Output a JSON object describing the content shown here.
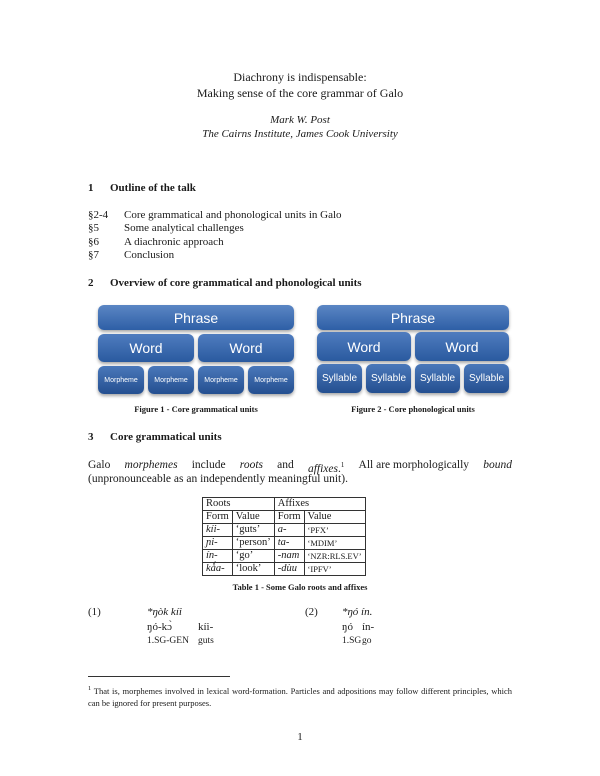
{
  "title": {
    "line1": "Diachrony is indispensable:",
    "line2": "Making sense of the core grammar of Galo",
    "author": "Mark W. Post",
    "affiliation": "The Cairns Institute, James Cook University"
  },
  "section1": {
    "number": "1",
    "title": "Outline of the talk",
    "items": [
      {
        "ref": "§2-4",
        "text": "Core grammatical and phonological units in Galo"
      },
      {
        "ref": "§5",
        "text": "Some analytical challenges"
      },
      {
        "ref": "§6",
        "text": "A diachronic approach"
      },
      {
        "ref": "§7",
        "text": "Conclusion"
      }
    ]
  },
  "section2": {
    "number": "2",
    "title": "Overview of core grammatical and phonological units"
  },
  "figure1": {
    "phrase": "Phrase",
    "word1": "Word",
    "word2": "Word",
    "morphemes": [
      "Morpheme",
      "Morpheme",
      "Morpheme",
      "Morpheme"
    ],
    "caption": "Figure 1 - Core grammatical units"
  },
  "figure2": {
    "phrase": "Phrase",
    "word1": "Word",
    "word2": "Word",
    "syllables": [
      "Syllable",
      "Syllable",
      "Syllable",
      "Syllable"
    ],
    "caption": "Figure 2 - Core phonological units"
  },
  "section3": {
    "number": "3",
    "title": "Core grammatical units",
    "para_line1": {
      "w1": "Galo",
      "w2": "morphemes",
      "w3": "include",
      "w4": "roots",
      "w5": "and",
      "w6": "affixes",
      "w6_suffix": ".",
      "fn": "1",
      "w7": "All are morphologically",
      "w8": "bound"
    },
    "para_line2": "(unpronounceable as an independently meaningful unit)."
  },
  "table1": {
    "head_roots": "Roots",
    "head_affixes": "Affixes",
    "sub": [
      "Form",
      "Value",
      "Form",
      "Value"
    ],
    "rows": [
      [
        "kíi-",
        "‘guts’",
        "a-",
        "‘PFX’"
      ],
      [
        "ɲi-",
        "‘person’",
        "ta-",
        "‘MDIM’"
      ],
      [
        "ín-",
        "‘go’",
        "-nam",
        "‘NZR:RLS.EV’"
      ],
      [
        "kǻa-",
        "‘look’",
        "-dùu",
        "‘IPFV’"
      ]
    ],
    "caption": "Table 1 - Some Galo roots and affixes"
  },
  "example1": {
    "number": "(1)",
    "line1": "*ŋòk kíi",
    "line2a": "ŋó-kɔ̀",
    "line2b": "kíi-",
    "line3a": "1.SG-GEN",
    "line3b": "guts"
  },
  "example2": {
    "number": "(2)",
    "line1": "*ŋó ín.",
    "line2a": "ŋó",
    "line2b": "ín-",
    "line3a": "1.SG",
    "line3b": "go"
  },
  "footnote": {
    "mark": "1",
    "text": "That is, morphemes involved in lexical word-formation. Particles and adpositions may follow different principles, which can be ignored for present purposes."
  },
  "page_number": "1"
}
